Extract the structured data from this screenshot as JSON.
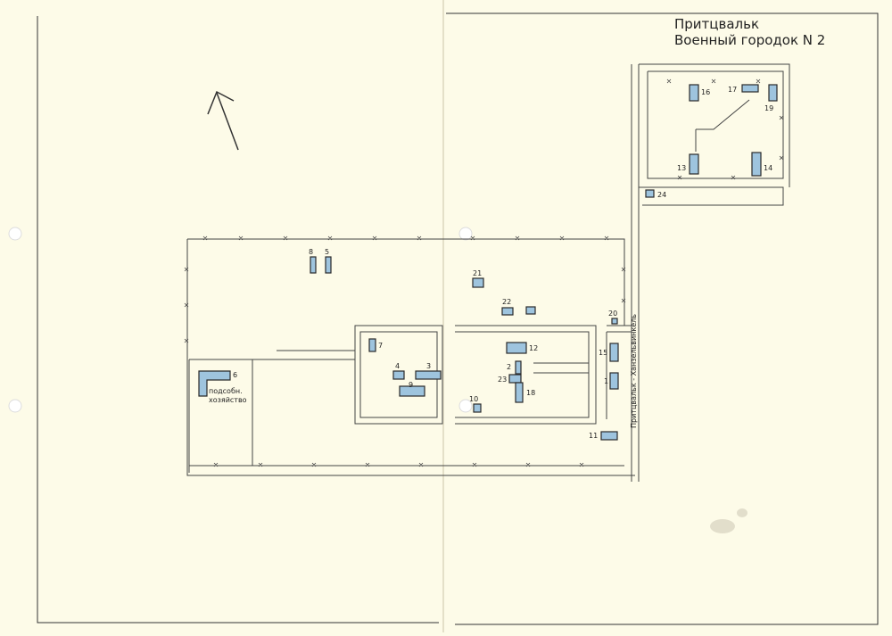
{
  "title": {
    "line1": "Притцвальк",
    "line2": "Военный городок N 2"
  },
  "north_arrow": "north-arrow-icon",
  "colors": {
    "paper": "#fdfbe8",
    "building_fill": "#9ec4de",
    "ink": "#2a2a2a"
  },
  "road_label": "Притцвальк - Ханзельвинкель",
  "subsidiary_label": {
    "line1": "подсобн.",
    "line2": "хозяйство"
  },
  "buildings": [
    {
      "id": "1",
      "label": "1"
    },
    {
      "id": "2",
      "label": "2"
    },
    {
      "id": "3",
      "label": "3"
    },
    {
      "id": "4",
      "label": "4"
    },
    {
      "id": "5",
      "label": "5"
    },
    {
      "id": "6",
      "label": "6"
    },
    {
      "id": "7",
      "label": "7"
    },
    {
      "id": "8",
      "label": "8"
    },
    {
      "id": "9",
      "label": "9"
    },
    {
      "id": "10",
      "label": "10"
    },
    {
      "id": "11",
      "label": "11"
    },
    {
      "id": "12",
      "label": "12"
    },
    {
      "id": "13",
      "label": "13"
    },
    {
      "id": "14",
      "label": "14"
    },
    {
      "id": "15",
      "label": "15"
    },
    {
      "id": "16",
      "label": "16"
    },
    {
      "id": "17",
      "label": "17"
    },
    {
      "id": "18",
      "label": "18"
    },
    {
      "id": "19",
      "label": "19"
    },
    {
      "id": "20",
      "label": "20"
    },
    {
      "id": "21",
      "label": "21"
    },
    {
      "id": "22",
      "label": "22"
    },
    {
      "id": "23",
      "label": "23"
    },
    {
      "id": "24",
      "label": "24"
    }
  ]
}
